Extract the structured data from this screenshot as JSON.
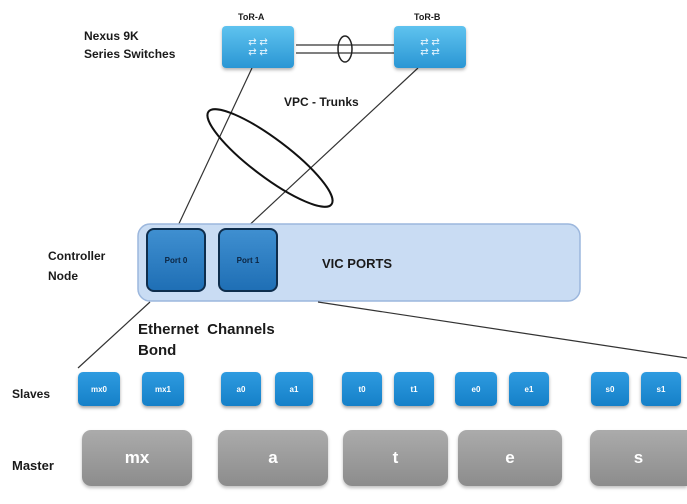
{
  "switches": {
    "group_label_line1": "Nexus 9K",
    "group_label_line2": "Series Switches",
    "tor_a": "ToR-A",
    "tor_b": "ToR-B",
    "vpc_label": "VPC - Trunks"
  },
  "controller": {
    "label_line1": "Controller",
    "label_line2": "Node",
    "port0": "Port 0",
    "port1": "Port 1",
    "vic_label": "VIC PORTS"
  },
  "bond": {
    "label_line1": "Ethernet  Channels",
    "label_line2": "Bond"
  },
  "rows": {
    "slaves_label": "Slaves",
    "master_label": "Master"
  },
  "slaves": [
    "mx0",
    "mx1",
    "a0",
    "a1",
    "t0",
    "t1",
    "e0",
    "e1",
    "s0",
    "s1"
  ],
  "masters": [
    "mx",
    "a",
    "t",
    "e",
    "s"
  ],
  "colors": {
    "switch_blue": "#2a96d4",
    "vic_panel": "#c9dcf3",
    "port_blue": "#1f6fb5",
    "slave_blue": "#1580c8",
    "master_gray": "#9b9b9b"
  }
}
